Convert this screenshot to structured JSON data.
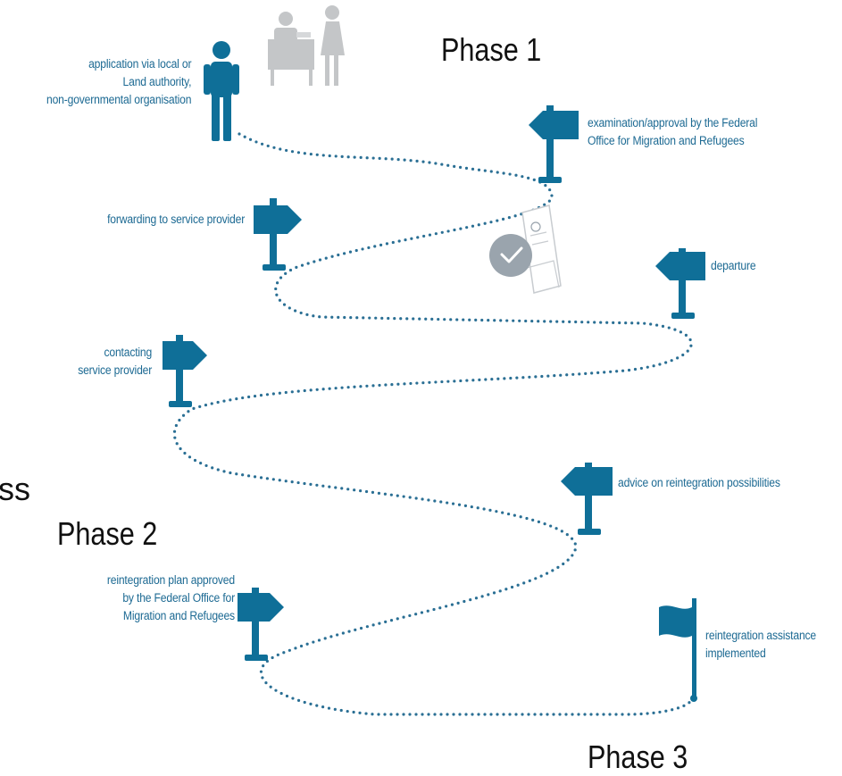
{
  "phases": {
    "phase1": "Phase 1",
    "phase2": "Phase 2",
    "phase3": "Phase 3"
  },
  "cut_text": "ss",
  "steps": {
    "application": "application via local or\nLand authority,\nnon-governmental organisation",
    "examination": "examination/approval by the Federal\nOffice for Migration and Refugees",
    "forwarding": "forwarding to service provider",
    "departure": "departure",
    "contacting": "contacting\nservice provider",
    "advice": "advice on reintegration possibilities",
    "reintegration_plan": "reintegration plan approved\nby the Federal Office for\nMigration and Refugees",
    "assistance": "reintegration assistance\nimplemented"
  },
  "colors": {
    "accent": "#0f6f98",
    "label": "#1d6a93",
    "dots": "#2a6f94",
    "figure_grey": "#c4c6c8",
    "stamp_grey": "#9aa4ad"
  },
  "icons": [
    "person-icon",
    "desk-clerk-icon",
    "signpost-icon",
    "stamp-document-icon",
    "flag-icon"
  ]
}
